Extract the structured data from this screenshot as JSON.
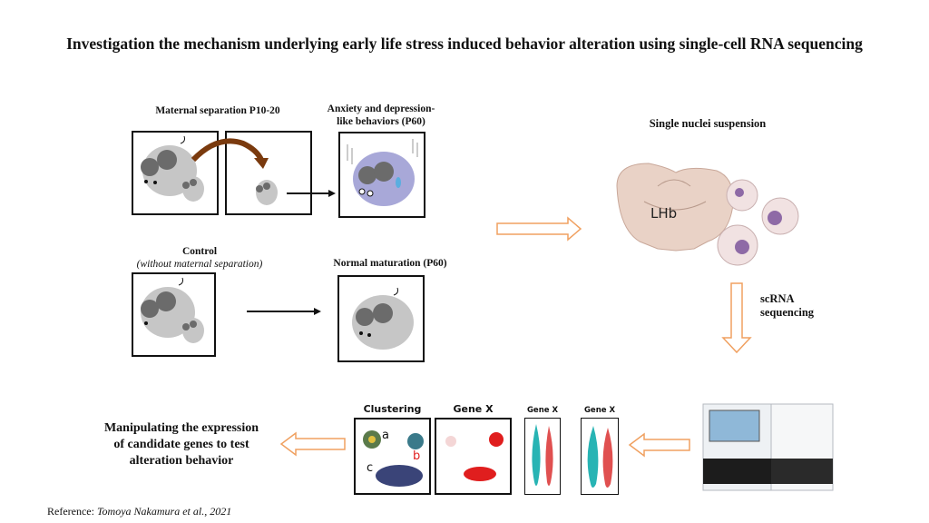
{
  "title": "Investigation the mechanism underlying early life stress induced behavior alteration using single-cell RNA sequencing",
  "maternal": {
    "label": "Maternal separation P10-20",
    "outcome_label": "Anxiety and depression-like behaviors (P60)"
  },
  "control": {
    "label": "Control",
    "sublabel": "(without maternal separation)",
    "outcome_label": "Normal maturation (P60)"
  },
  "suspension_label": "Single nuclei suspension",
  "brain_region": "LHb",
  "sequencing_label_line1": "scRNA",
  "sequencing_label_line2": "sequencing",
  "panels": {
    "clustering": "Clustering",
    "gene_x_1": "Gene X",
    "gene_x_2": "Gene X",
    "gene_x_3": "Gene X",
    "cluster_a": "a",
    "cluster_b": "b",
    "cluster_c": "c"
  },
  "manipulation_line1": "Manipulating the expression",
  "manipulation_line2": "of candidate genes to test",
  "manipulation_line3": "alteration behavior",
  "reference_prefix": "Reference: ",
  "reference_citation": "Tomoya Nakamura et al., 2021",
  "colors": {
    "mouse_gray": "#c6c6c6",
    "mouse_ear": "#6b6b6b",
    "stressed_mouse": "#a8a8d8",
    "curved_arrow": "#7a3a0e",
    "hollow_arrow": "#f0a060",
    "brain": "#e9d2c6",
    "cell_purple": "#8e6aa6",
    "cluster_red": "#e01e1e",
    "cluster_navy": "#3a4478",
    "violin_teal": "#28b4b4",
    "violin_red": "#e05050"
  }
}
